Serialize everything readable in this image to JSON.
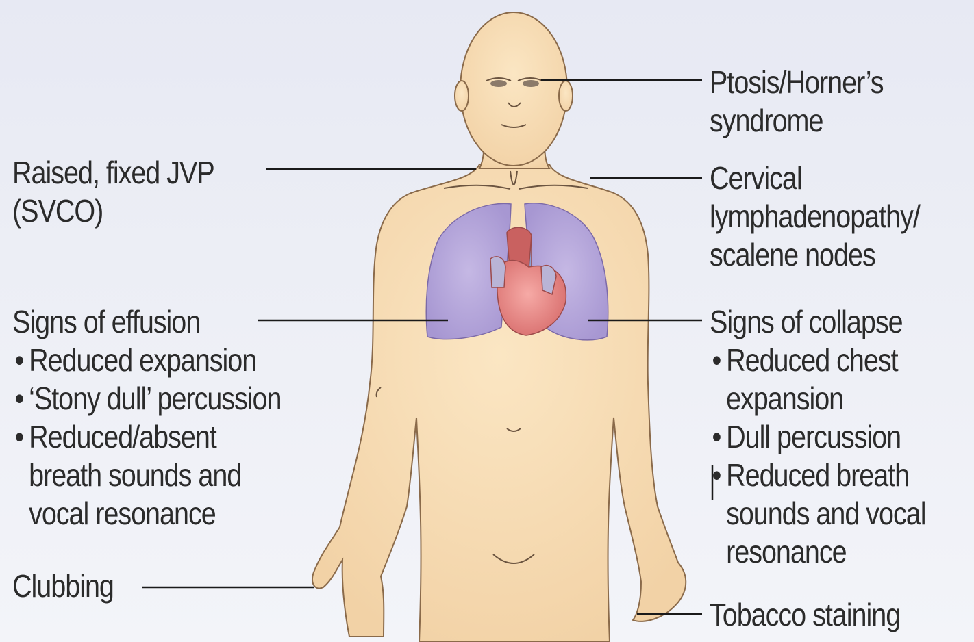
{
  "labels": {
    "ptosis": [
      "Ptosis/Horner’s",
      "syndrome"
    ],
    "jvp": [
      "Raised, fixed JVP",
      "(SVCO)"
    ],
    "cervical": [
      "Cervical",
      "lymphadenopathy/",
      "scalene nodes"
    ],
    "effusion": {
      "heading": "Signs of effusion",
      "bullets": [
        [
          "Reduced expansion"
        ],
        [
          "‘Stony dull’ percussion"
        ],
        [
          "Reduced/absent",
          "breath sounds and",
          "vocal resonance"
        ]
      ]
    },
    "collapse": {
      "heading": "Signs of collapse",
      "bullets": [
        [
          "Reduced chest",
          "expansion"
        ],
        [
          "Dull percussion"
        ],
        [
          "Reduced breath",
          "sounds and vocal",
          "resonance"
        ]
      ]
    },
    "clubbing": "Clubbing",
    "tobacco": "Tobacco staining"
  },
  "colors": {
    "skin": "#f6dcb2",
    "skin_outline": "#8a6a4a",
    "lung": "#b7a9d8",
    "heart": "#e88c8c",
    "leader_line": "#1a1a1a"
  }
}
